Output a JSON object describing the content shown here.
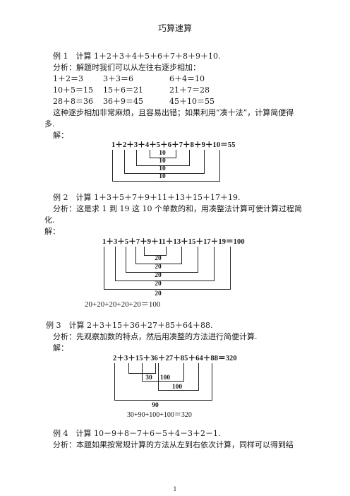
{
  "page": {
    "title": "巧算速算",
    "page_number": "1"
  },
  "ex1": {
    "heading": "例 1　计算 1＋2＋3＋4＋5＋6＋7＋8＋9＋10.",
    "analysis": "分析：解题时我们可以从左往右逐步相加：",
    "rows": [
      [
        "1＋2＝3",
        "3＋3＝6",
        "6＋4＝10"
      ],
      [
        "10＋5＝15",
        "15＋6＝21",
        "21＋7＝28"
      ],
      [
        "28＋8＝36",
        "36＋9＝45",
        "45＋10＝55"
      ]
    ],
    "note_line1": "这种逐步相加非常麻烦，且容易出错；如果利用“凑十法”，计算简便得",
    "note_line2": "多.",
    "solution": "解：",
    "diagram_eq": "1＋2＋3＋4＋5＋6＋7＋8＋9＋10＝55",
    "diagram_labels": [
      "10",
      "10",
      "10",
      "10"
    ]
  },
  "ex2": {
    "heading": "例 2　计算 1＋3＋5＋7＋9＋11＋13＋15＋17＋19.",
    "analysis_line1": "分析：这是求 1 到 19 这 10 个单数的和，用凑整法计算可使计算过程简",
    "analysis_line2": "化.",
    "solution": "解：",
    "diagram_eq": "1＋3＋5＋7＋9＋11＋13＋15＋17＋19＝100",
    "diagram_labels": [
      "20",
      "20",
      "20",
      "20",
      "20"
    ],
    "sum_line": "20+20+20+20+20＝100"
  },
  "ex3": {
    "heading": "例 3　计算 2＋3＋15＋36＋27＋85＋64＋88.",
    "analysis": "分析：先观察加数的特点，然后用凑整的方法进行简便计算.",
    "solution": "解：",
    "diagram_eq": "2＋3＋15＋36＋27＋85＋64＋88＝320",
    "diagram_labels": [
      "30",
      "100",
      "100",
      "90"
    ],
    "sum_line": "30+90+100+100＝320"
  },
  "ex4": {
    "heading": "例 4　计算 10－9＋8－7＋6－5＋4－3＋2－1.",
    "analysis": "分析：本题如果按常规计算的方法从左到右依次计算，同样可以得到结"
  }
}
